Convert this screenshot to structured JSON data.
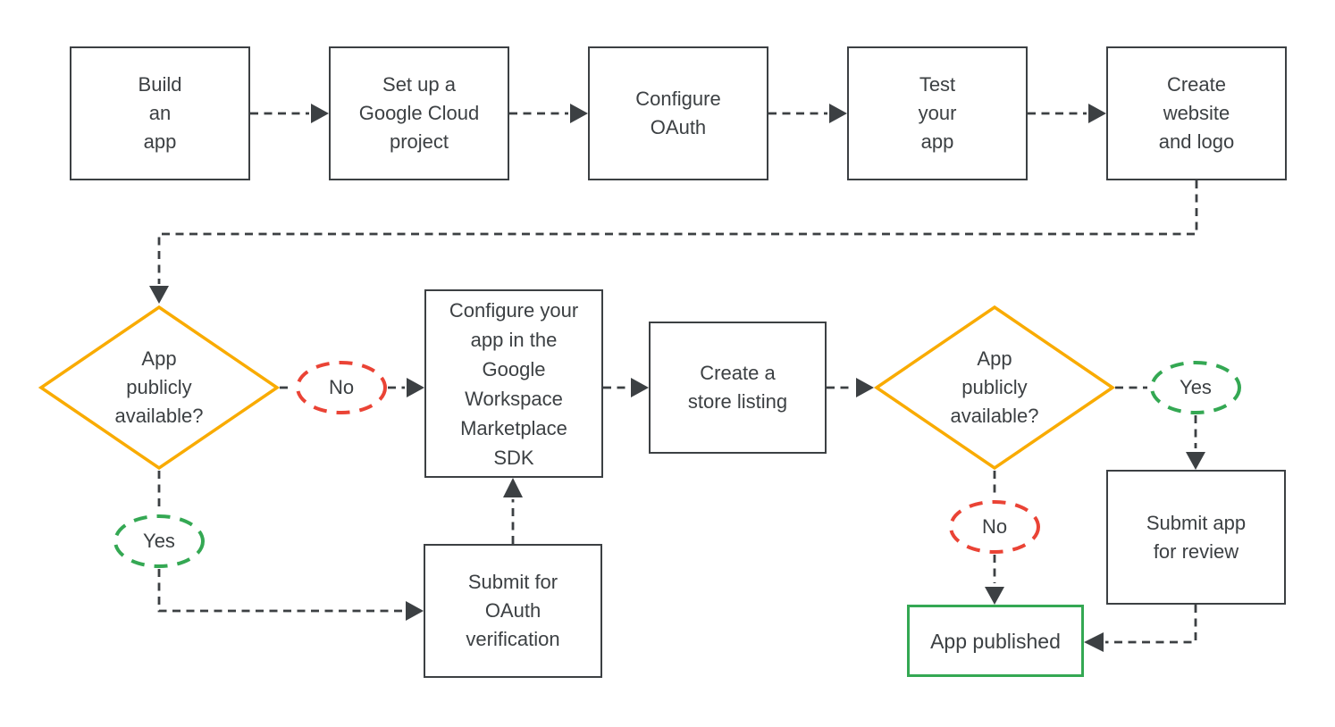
{
  "flowchart": {
    "process_nodes": {
      "build_app": "Build\nan\napp",
      "setup_project": "Set up a\nGoogle Cloud\nproject",
      "configure_oauth": "Configure\nOAuth",
      "test_app": "Test\nyour\napp",
      "create_website": "Create\nwebsite\nand logo",
      "configure_marketplace_sdk": "Configure your\napp in the\nGoogle\nWorkspace\nMarketplace\nSDK",
      "create_store_listing": "Create a\nstore listing",
      "submit_oauth_verification": "Submit for\nOAuth\nverification",
      "submit_app_review": "Submit app\nfor review",
      "app_published": "App published"
    },
    "decision_nodes": {
      "decision1": "App\npublicly\navailable?",
      "decision2": "App\npublicly\navailable?"
    },
    "edge_labels": {
      "decision1_no": "No",
      "decision1_yes": "Yes",
      "decision2_yes": "Yes",
      "decision2_no": "No"
    },
    "colors": {
      "background": "#FFFFFF",
      "process_border": "#3C4043",
      "text": "#3C4043",
      "connector": "#3C4043",
      "decision_border": "#F9AB00",
      "no_badge_border": "#EA4335",
      "yes_badge_border": "#34A853",
      "published_border": "#34A853"
    }
  }
}
